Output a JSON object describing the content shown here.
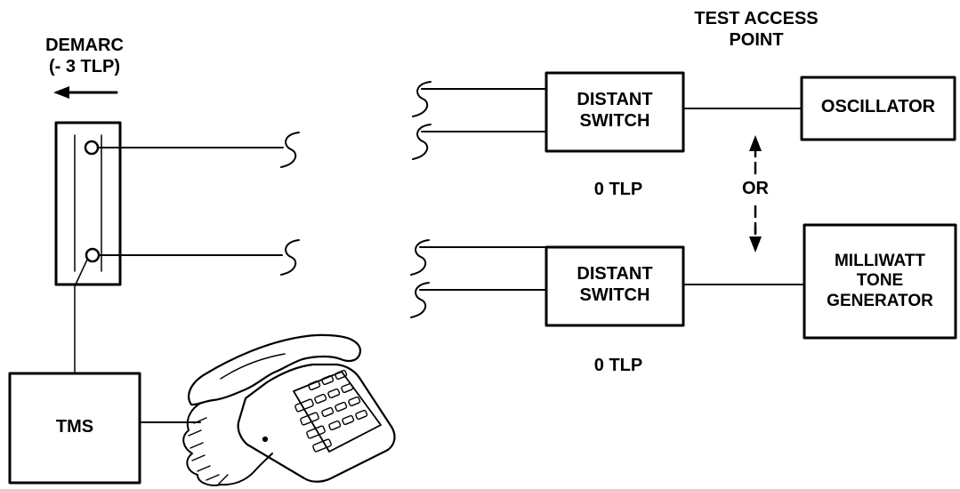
{
  "labels": {
    "demarc": "DEMARC\n(- 3 TLP)",
    "test_access_point": "TEST ACCESS\nPOINT",
    "distant_switch_top": "DISTANT\nSWITCH",
    "distant_switch_bottom": "DISTANT\nSWITCH",
    "oscillator": "OSCILLATOR",
    "milliwatt": "MILLIWATT\nTONE\nGENERATOR",
    "tms": "TMS",
    "tlp_top": "0 TLP",
    "tlp_bottom": "0 TLP",
    "or": "OR"
  },
  "icons": [
    "arrow-left-icon",
    "telephone-icon",
    "line-break-icon",
    "arrow-up-icon",
    "arrow-down-icon"
  ],
  "colors": {
    "ink": "#000000",
    "background": "#ffffff"
  }
}
